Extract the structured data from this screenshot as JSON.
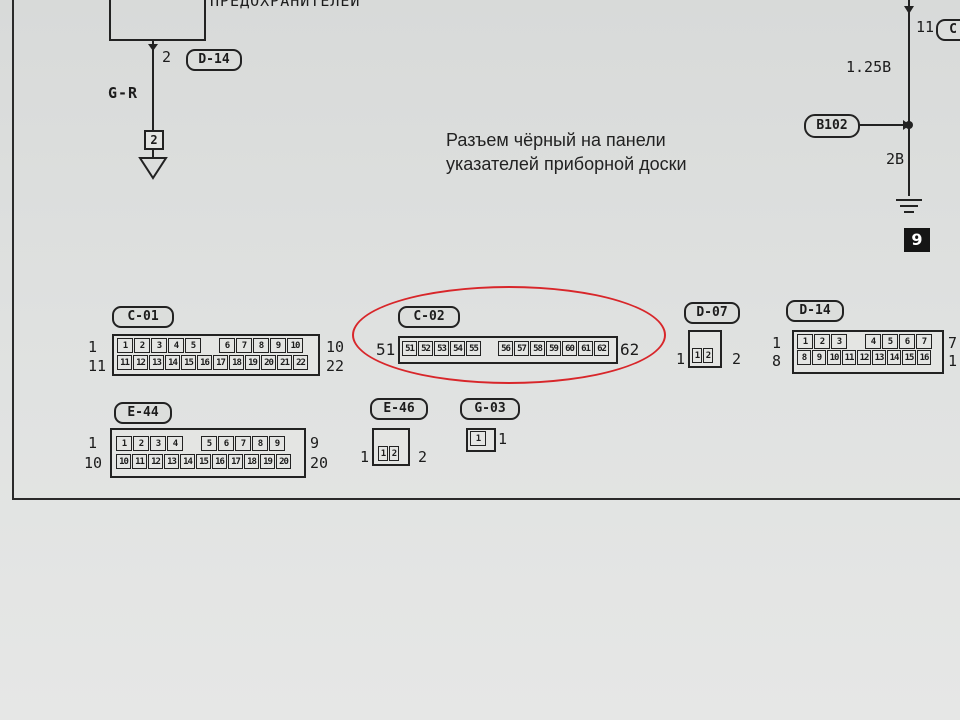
{
  "caption": {
    "line1": "Разъем чёрный на панели",
    "line2": "указателей приборной доски"
  },
  "top_left": {
    "partial_heading": "ПРЕДОХРАНИТЕЛЕЙ",
    "pin": "2",
    "connector": "D-14",
    "wire_color": "G-R",
    "terminal": "2"
  },
  "top_right": {
    "pin": "11",
    "connector_partial": "C",
    "wire1": "1.25B",
    "splice": "B102",
    "wire2": "2B",
    "ground_no": "9"
  },
  "connectors": {
    "c01": {
      "name": "C-01",
      "left_top": "1",
      "left_bottom": "11",
      "right_top": "10",
      "right_bottom": "22",
      "top_pins": [
        "1",
        "2",
        "3",
        "4",
        "5",
        "",
        "6",
        "7",
        "8",
        "9",
        "10"
      ],
      "bottom_pins": [
        "11",
        "12",
        "13",
        "14",
        "15",
        "16",
        "17",
        "18",
        "19",
        "20",
        "21",
        "22"
      ]
    },
    "c02": {
      "name": "C-02",
      "left": "51",
      "right": "62",
      "pins": [
        "51",
        "52",
        "53",
        "54",
        "55",
        "",
        "56",
        "57",
        "58",
        "59",
        "60",
        "61",
        "62"
      ]
    },
    "d07": {
      "name": "D-07",
      "left": "1",
      "right": "2",
      "pins": [
        "1",
        "2"
      ]
    },
    "d14": {
      "name": "D-14",
      "left_top": "1",
      "left_bottom": "8",
      "right_top": "7",
      "right_bottom": "1",
      "top_pins": [
        "1",
        "2",
        "3",
        "",
        "4",
        "5",
        "6",
        "7"
      ],
      "bottom_pins": [
        "8",
        "9",
        "10",
        "11",
        "12",
        "13",
        "14",
        "15",
        "16"
      ]
    },
    "e44": {
      "name": "E-44",
      "left_top": "1",
      "left_bottom": "10",
      "right_top": "9",
      "right_bottom": "20",
      "top_pins": [
        "1",
        "2",
        "3",
        "4",
        "",
        "5",
        "6",
        "7",
        "8",
        "9"
      ],
      "bottom_pins": [
        "10",
        "11",
        "12",
        "13",
        "14",
        "15",
        "16",
        "17",
        "18",
        "19",
        "20"
      ]
    },
    "e46": {
      "name": "E-46",
      "left": "1",
      "right": "2",
      "pins": [
        "1",
        "2"
      ]
    },
    "g03": {
      "name": "G-03",
      "right": "1",
      "pins": [
        "1"
      ]
    }
  },
  "colors": {
    "paper": "#dcdedd",
    "ink": "#1c1c1c",
    "highlight": "#d8262a"
  }
}
